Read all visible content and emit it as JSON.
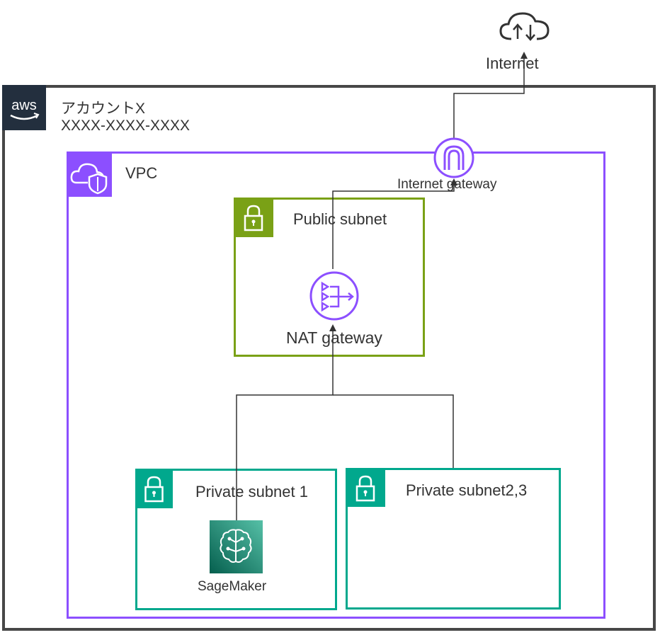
{
  "account": {
    "name": "アカウントX",
    "id": "XXXX-XXXX-XXXX",
    "badge_text": "aws"
  },
  "vpc": {
    "label": "VPC"
  },
  "public_subnet": {
    "label": "Public subnet"
  },
  "private_subnet_1": {
    "label": "Private subnet 1"
  },
  "private_subnet_2": {
    "label": "Private subnet2,3"
  },
  "nat_gateway": {
    "label": "NAT gateway"
  },
  "internet_gateway": {
    "label": "Internet gateway"
  },
  "internet": {
    "label": "Internet"
  },
  "sagemaker": {
    "label": "SageMaker"
  },
  "colors": {
    "account_border": "#474747",
    "vpc": "#8c4fff",
    "public_subnet": "#7aa116",
    "private_subnet": "#01a88d",
    "aws_badge": "#232f3e",
    "connector": "#333333"
  }
}
